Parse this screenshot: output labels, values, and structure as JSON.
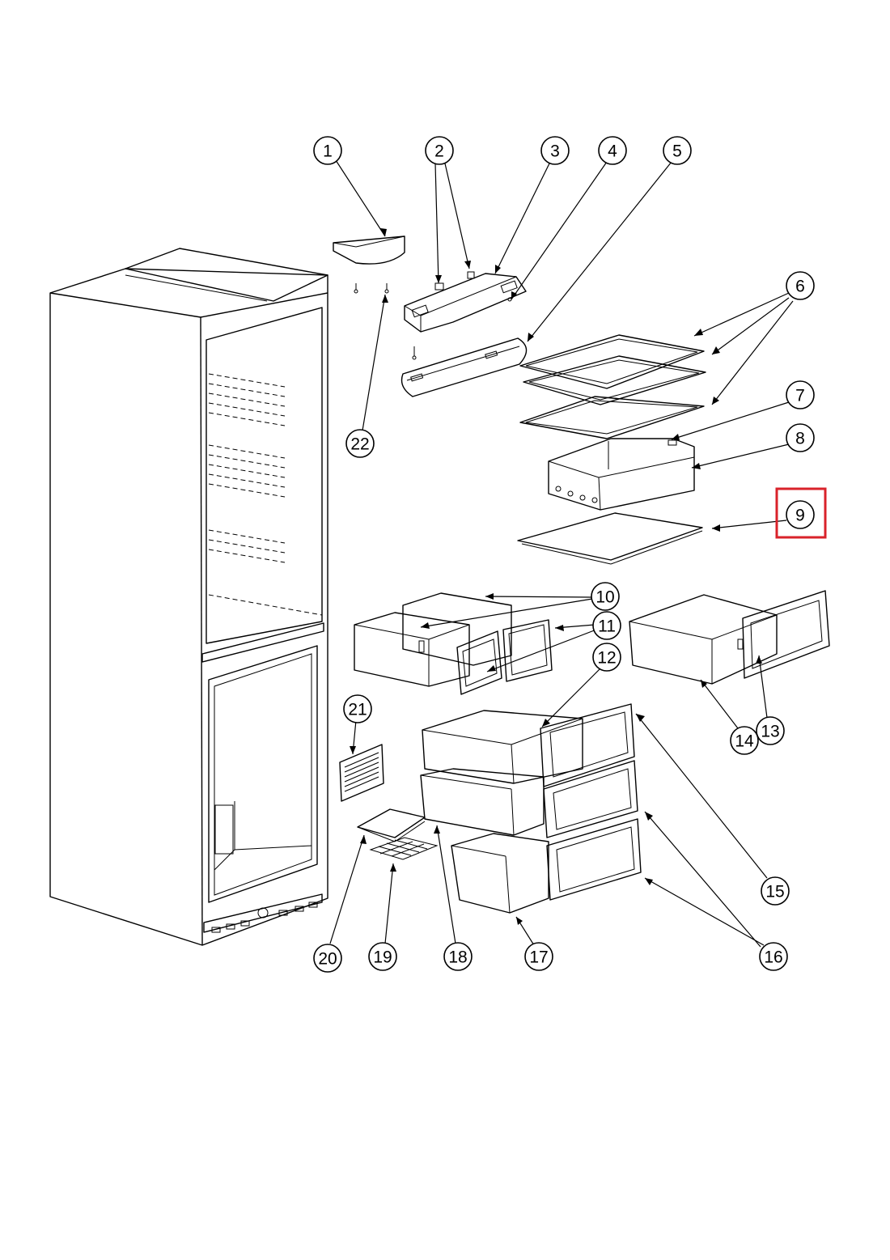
{
  "diagram": {
    "callouts": [
      {
        "id": "1",
        "label": "1"
      },
      {
        "id": "2",
        "label": "2"
      },
      {
        "id": "3",
        "label": "3"
      },
      {
        "id": "4",
        "label": "4"
      },
      {
        "id": "5",
        "label": "5"
      },
      {
        "id": "6",
        "label": "6"
      },
      {
        "id": "7",
        "label": "7"
      },
      {
        "id": "8",
        "label": "8"
      },
      {
        "id": "9",
        "label": "9"
      },
      {
        "id": "10",
        "label": "10"
      },
      {
        "id": "11",
        "label": "11"
      },
      {
        "id": "12",
        "label": "12"
      },
      {
        "id": "13",
        "label": "13"
      },
      {
        "id": "14",
        "label": "14"
      },
      {
        "id": "15",
        "label": "15"
      },
      {
        "id": "16",
        "label": "16"
      },
      {
        "id": "17",
        "label": "17"
      },
      {
        "id": "18",
        "label": "18"
      },
      {
        "id": "19",
        "label": "19"
      },
      {
        "id": "20",
        "label": "20"
      },
      {
        "id": "21",
        "label": "21"
      },
      {
        "id": "22",
        "label": "22"
      }
    ],
    "highlighted": "9",
    "highlight_color": "#d9222a",
    "line_color": "#000000"
  }
}
